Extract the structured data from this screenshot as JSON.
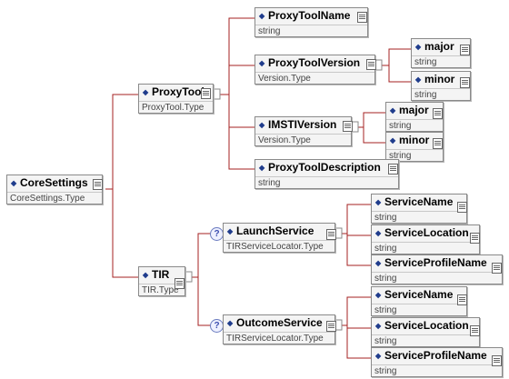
{
  "nodes": {
    "core_settings": {
      "name": "CoreSettings",
      "type": "CoreSettings.Type"
    },
    "proxy_tool": {
      "name": "ProxyTool",
      "type": "ProxyTool.Type"
    },
    "proxy_tool_name": {
      "name": "ProxyToolName",
      "type": "string"
    },
    "proxy_tool_version": {
      "name": "ProxyToolVersion",
      "type": "Version.Type"
    },
    "ptv_major": {
      "name": "major",
      "type": "string"
    },
    "ptv_minor": {
      "name": "minor",
      "type": "string"
    },
    "imsti_version": {
      "name": "IMSTIVersion",
      "type": "Version.Type"
    },
    "imsti_major": {
      "name": "major",
      "type": "string"
    },
    "imsti_minor": {
      "name": "minor",
      "type": "string"
    },
    "proxy_tool_description": {
      "name": "ProxyToolDescription",
      "type": "string"
    },
    "tir": {
      "name": "TIR",
      "type": "TIR.Type"
    },
    "launch_service": {
      "name": "LaunchService",
      "type": "TIRServiceLocator.Type"
    },
    "ls_service_name": {
      "name": "ServiceName",
      "type": "string"
    },
    "ls_service_location": {
      "name": "ServiceLocation",
      "type": "string"
    },
    "ls_service_profile_name": {
      "name": "ServiceProfileName",
      "type": "string"
    },
    "outcome_service": {
      "name": "OutcomeService",
      "type": "TIRServiceLocator.Type"
    },
    "os_service_name": {
      "name": "ServiceName",
      "type": "string"
    },
    "os_service_location": {
      "name": "ServiceLocation",
      "type": "string"
    },
    "os_service_profile_name": {
      "name": "ServiceProfileName",
      "type": "string"
    }
  },
  "optional_marker": "?",
  "colors": {
    "connector": "#a52020",
    "diamond": "#1f3c8c"
  }
}
